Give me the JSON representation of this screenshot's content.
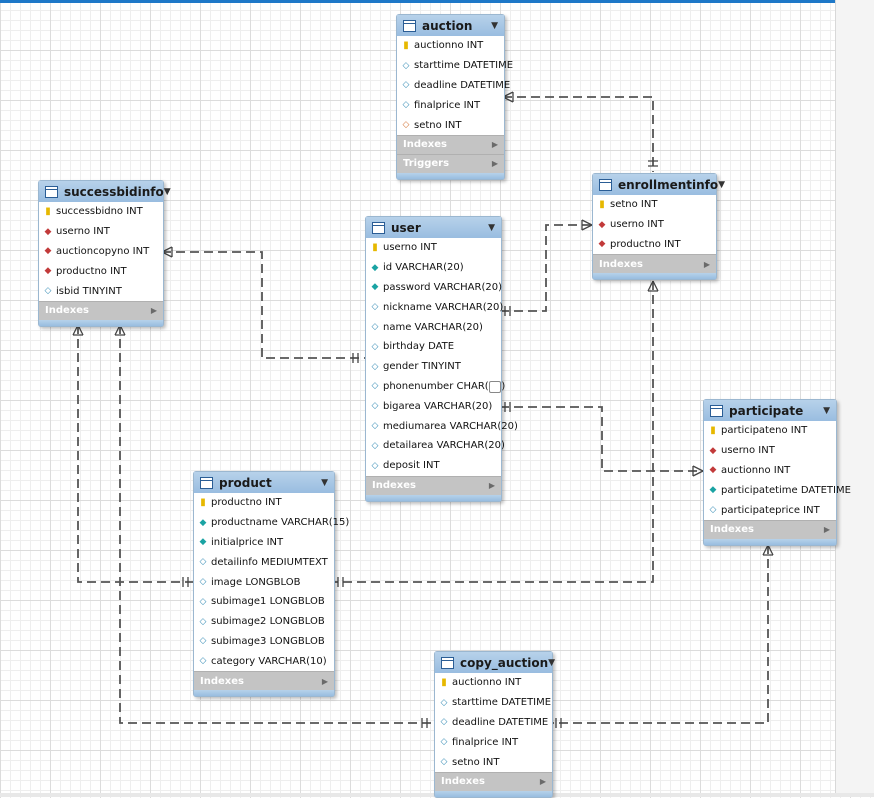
{
  "tables": [
    {
      "name": "auction",
      "fields": [
        {
          "icon": "pk",
          "text": "auctionno INT"
        },
        {
          "icon": "col",
          "text": "starttime DATETIME"
        },
        {
          "icon": "col",
          "text": "deadline DATETIME"
        },
        {
          "icon": "col",
          "text": "finalprice INT"
        },
        {
          "icon": "fko",
          "text": "setno INT"
        }
      ],
      "sections": [
        "Indexes",
        "Triggers"
      ]
    },
    {
      "name": "successbidinfo",
      "fields": [
        {
          "icon": "pk",
          "text": "successbidno INT"
        },
        {
          "icon": "fk",
          "text": "userno INT"
        },
        {
          "icon": "fk",
          "text": "auctioncopyno INT"
        },
        {
          "icon": "fk",
          "text": "productno INT"
        },
        {
          "icon": "col",
          "text": "isbid TINYINT"
        }
      ],
      "sections": [
        "Indexes"
      ]
    },
    {
      "name": "user",
      "fields": [
        {
          "icon": "pk",
          "text": "userno INT"
        },
        {
          "icon": "nn",
          "text": "id VARCHAR(20)"
        },
        {
          "icon": "nn",
          "text": "password VARCHAR(20)"
        },
        {
          "icon": "col",
          "text": "nickname VARCHAR(20)"
        },
        {
          "icon": "col",
          "text": "name VARCHAR(20)"
        },
        {
          "icon": "col",
          "text": "birthday DATE"
        },
        {
          "icon": "col",
          "text": "gender TINYINT"
        },
        {
          "icon": "col",
          "text": "phonenumber CHAR(11)"
        },
        {
          "icon": "col",
          "text": "bigarea VARCHAR(20)"
        },
        {
          "icon": "col",
          "text": "mediumarea VARCHAR(20)"
        },
        {
          "icon": "col",
          "text": "detailarea VARCHAR(20)"
        },
        {
          "icon": "col",
          "text": "deposit INT"
        }
      ],
      "sections": [
        "Indexes"
      ]
    },
    {
      "name": "enrollmentinfo",
      "fields": [
        {
          "icon": "pk",
          "text": "setno INT"
        },
        {
          "icon": "fk",
          "text": "userno INT"
        },
        {
          "icon": "fk",
          "text": "productno INT"
        }
      ],
      "sections": [
        "Indexes"
      ]
    },
    {
      "name": "participate",
      "fields": [
        {
          "icon": "pk",
          "text": "participateno INT"
        },
        {
          "icon": "fk",
          "text": "userno INT"
        },
        {
          "icon": "fk",
          "text": "auctionno INT"
        },
        {
          "icon": "nn",
          "text": "participatetime DATETIME"
        },
        {
          "icon": "col",
          "text": "participateprice INT"
        }
      ],
      "sections": [
        "Indexes"
      ]
    },
    {
      "name": "product",
      "fields": [
        {
          "icon": "pk",
          "text": "productno INT"
        },
        {
          "icon": "nn",
          "text": "productname VARCHAR(15)"
        },
        {
          "icon": "nn",
          "text": "initialprice INT"
        },
        {
          "icon": "col",
          "text": "detailinfo MEDIUMTEXT"
        },
        {
          "icon": "col",
          "text": "image LONGBLOB"
        },
        {
          "icon": "col",
          "text": "subimage1 LONGBLOB"
        },
        {
          "icon": "col",
          "text": "subimage2 LONGBLOB"
        },
        {
          "icon": "col",
          "text": "subimage3 LONGBLOB"
        },
        {
          "icon": "col",
          "text": "category VARCHAR(10)"
        }
      ],
      "sections": [
        "Indexes"
      ]
    },
    {
      "name": "copy_auction",
      "fields": [
        {
          "icon": "pk",
          "text": "auctionno INT"
        },
        {
          "icon": "col",
          "text": "starttime DATETIME"
        },
        {
          "icon": "col",
          "text": "deadline DATETIME"
        },
        {
          "icon": "col",
          "text": "finalprice INT"
        },
        {
          "icon": "col",
          "text": "setno INT"
        }
      ],
      "sections": [
        "Indexes"
      ]
    }
  ]
}
